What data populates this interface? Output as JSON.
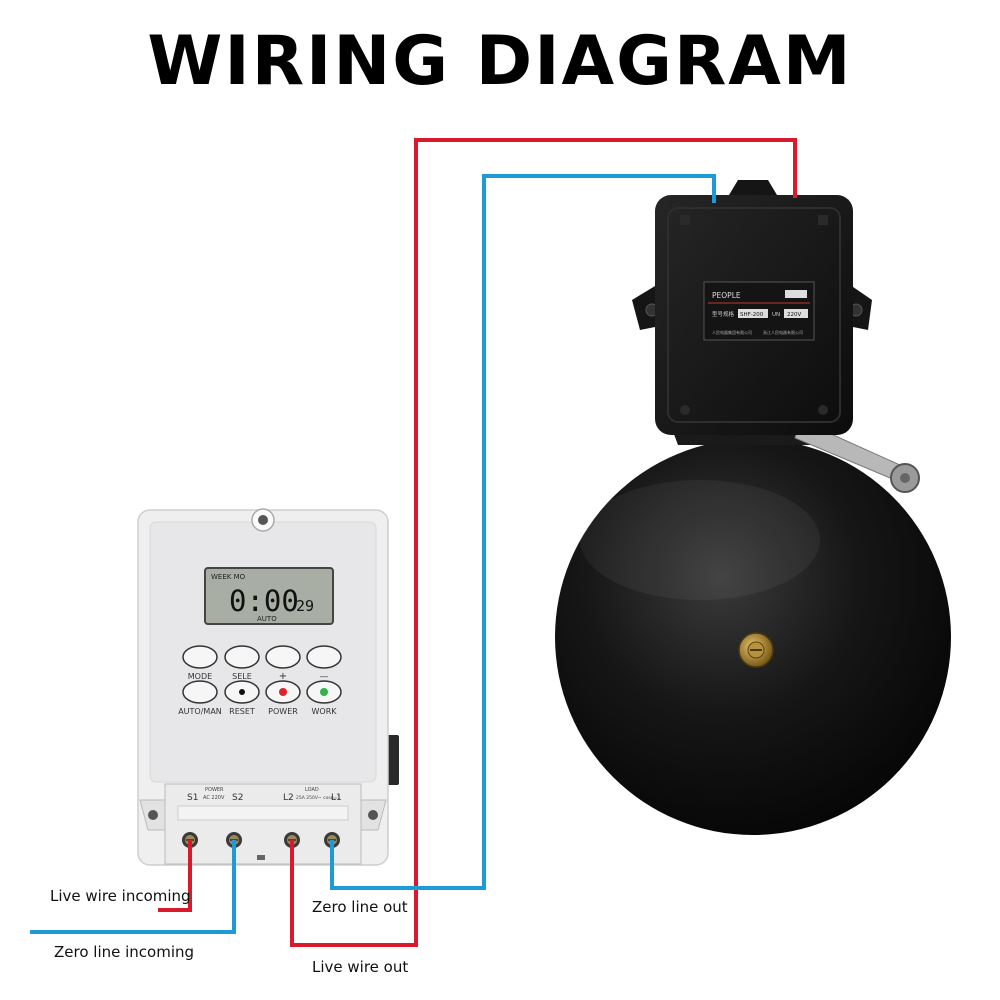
{
  "title": "WIRING DIAGRAM",
  "timer": {
    "display": {
      "week_label": "WEEK MO",
      "time_main": "0:00",
      "time_seconds": "29",
      "mode_label": "AUTO"
    },
    "buttons_top": [
      "MODE",
      "SELE",
      "+",
      "—"
    ],
    "buttons_bottom": [
      "AUTO/MAN",
      "RESET",
      "POWER",
      "WORK"
    ],
    "terminals": {
      "power_label": "POWER",
      "voltage_label": "AC 220V",
      "load_label": "LOAD",
      "rating_label": "25A 250V~ cosφ=1",
      "s1": "S1",
      "s2": "S2",
      "l2": "L2",
      "l1": "L1"
    }
  },
  "bell": {
    "brand": "PEOPLE",
    "model_label": "型号规格",
    "model_value": "SHF-200",
    "voltage_tag": "UN",
    "voltage_value": "220V",
    "maker": "人民电器集团有限公司",
    "origin": "浙江人民电器有限公司"
  },
  "wires": {
    "live_in": "Live wire incoming",
    "zero_in": "Zero line incoming",
    "zero_out": "Zero line out",
    "live_out": "Live wire out"
  },
  "colors": {
    "live": "#d81a2a",
    "zero": "#1e9ad6",
    "bell_body": "#0f0f0f",
    "timer_body": "#f0f0f0"
  }
}
